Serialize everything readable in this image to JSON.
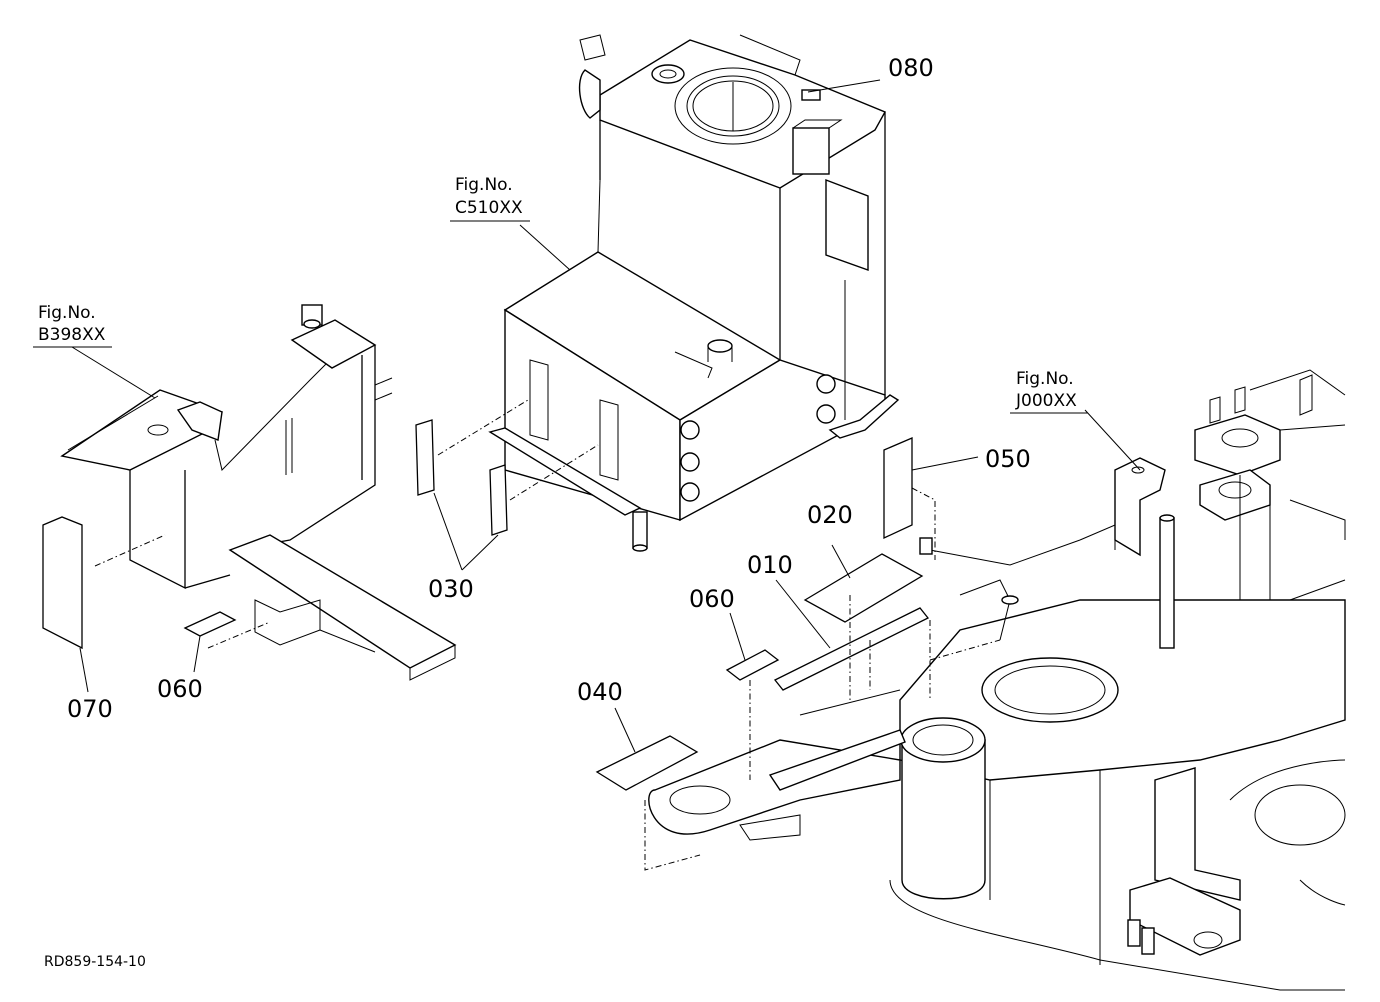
{
  "diagram": {
    "drawing_code": "RD859-154-10",
    "figure_refs": [
      {
        "id": "fig-b398",
        "line1": "Fig.No.",
        "line2": "B398XX"
      },
      {
        "id": "fig-c510",
        "line1": "Fig.No.",
        "line2": "C510XX"
      },
      {
        "id": "fig-j000",
        "line1": "Fig.No.",
        "line2": "J000XX"
      }
    ],
    "callouts": [
      {
        "id": "callout-080",
        "label": "080"
      },
      {
        "id": "callout-030",
        "label": "030"
      },
      {
        "id": "callout-050",
        "label": "050"
      },
      {
        "id": "callout-020",
        "label": "020"
      },
      {
        "id": "callout-010",
        "label": "010"
      },
      {
        "id": "callout-060-right",
        "label": "060"
      },
      {
        "id": "callout-040",
        "label": "040"
      },
      {
        "id": "callout-060-left",
        "label": "060"
      },
      {
        "id": "callout-070",
        "label": "070"
      }
    ]
  }
}
